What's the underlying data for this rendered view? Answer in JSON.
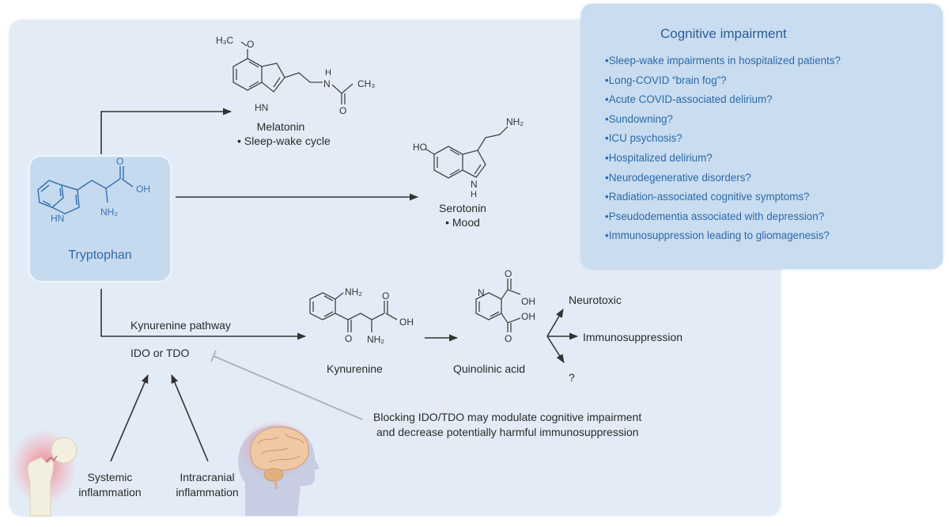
{
  "cognitive_box": {
    "title": "Cognitive impairment",
    "items": [
      "Sleep-wake impairments in hospitalized patients?",
      "Long-COVID “brain fog”?",
      "Acute COVID-associated delirium?",
      "Sundowning?",
      "ICU psychosis?",
      "Hospitalized delirium?",
      "Neurodegenerative disorders?",
      "Radiation-associated cognitive symptoms?",
      "Pseudodementia associated with depression?",
      "Immunosuppression leading to gliomagenesis?"
    ]
  },
  "tryptophan": {
    "name": "Tryptophan",
    "atoms": {
      "o": "O",
      "oh": "OH",
      "hn": "HN",
      "nh2": "NH₂"
    }
  },
  "melatonin": {
    "name": "Melatonin",
    "role": "• Sleep-wake cycle",
    "atoms": {
      "h3c": "H₃C",
      "o_methoxy": "O",
      "hn": "HN",
      "nh": "H",
      "n": "N",
      "ch3": "CH₃",
      "o_carbonyl": "O"
    }
  },
  "serotonin": {
    "name": "Serotonin",
    "role": "• Mood",
    "atoms": {
      "ho": "HO",
      "nh2": "NH₂",
      "n": "N",
      "h": "H"
    }
  },
  "kynurenine": {
    "name": "Kynurenine",
    "atoms": {
      "nh2_ring": "NH₂",
      "o_ketone": "O",
      "o_acid": "O",
      "oh": "OH",
      "nh2_alpha": "NH₂"
    }
  },
  "quinolinic_acid": {
    "name": "Quinolinic acid",
    "atoms": {
      "n": "N",
      "o_top": "O",
      "oh_top": "OH",
      "oh_bottom": "OH",
      "o_bottom": "O"
    }
  },
  "pathway": {
    "kynurenine_label": "Kynurenine pathway",
    "enzyme_label": "IDO or TDO"
  },
  "outcomes": {
    "neurotoxic": "Neurotoxic",
    "immunosuppression": "Immunosuppression",
    "unknown": "?"
  },
  "blocking_note": {
    "line1": "Blocking IDO/TDO may modulate cognitive impairment",
    "line2": "and decrease potentially harmful immunosuppression"
  },
  "inflammation": {
    "systemic_line1": "Systemic",
    "systemic_line2": "inflammation",
    "intracranial_line1": "Intracranial",
    "intracranial_line2": "inflammation"
  },
  "colors": {
    "panel_bg": "#e3ecf6",
    "cognitive_box_bg": "#c9dcf0",
    "accent_blue": "#2c6aa8",
    "tryptophan_box_bg": "#c6daef",
    "arrow": "#333333",
    "inhibit_line": "#a9b1ba",
    "inflammation_glow": "#f08a94"
  }
}
